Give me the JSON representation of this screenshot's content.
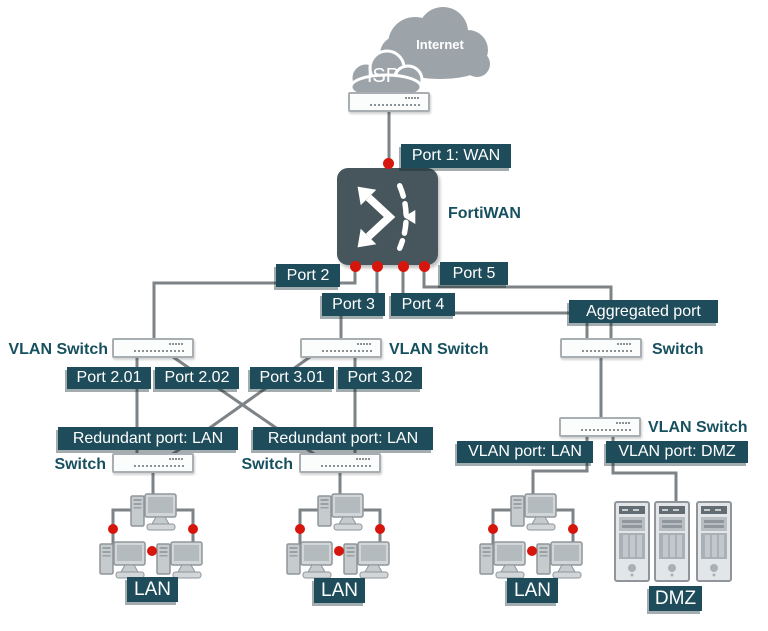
{
  "colors": {
    "label_bg": "#1e4c5a",
    "device_text": "#17505f",
    "line": "#7d8386",
    "dot": "#d6150c",
    "fortiwan_bg": "#46565c",
    "cloud": "#9da4a9"
  },
  "clouds": {
    "internet": "Internet",
    "isp": "ISP"
  },
  "fortiwan": {
    "name": "FortiWAN"
  },
  "port_labels": {
    "port1": "Port 1: WAN",
    "port2": "Port 2",
    "port3": "Port 3",
    "port4": "Port 4",
    "port5": "Port 5",
    "aggregated": "Aggregated port",
    "port201": "Port 2.01",
    "port202": "Port 2.02",
    "port301": "Port 3.01",
    "port302": "Port 3.02",
    "redundant_left": "Redundant port: LAN",
    "redundant_right": "Redundant port: LAN",
    "vlan_lan": "VLAN port: LAN",
    "vlan_dmz": "VLAN port: DMZ"
  },
  "device_labels": {
    "vlan_switch_left": "VLAN Switch",
    "vlan_switch_mid": "VLAN Switch",
    "aggregated_switch": "Switch",
    "vlan_switch_dmz": "VLAN Switch",
    "switch_lan1": "Switch",
    "switch_lan2": "Switch"
  },
  "zone_labels": {
    "lan1": "LAN",
    "lan2": "LAN",
    "lan3": "LAN",
    "dmz": "DMZ"
  },
  "icons": {
    "internet_cloud": "cloud-icon",
    "isp_cloud": "cloud-icon",
    "isp_router": "router-icon",
    "switch": "switch-icon",
    "fortiwan": "fortiwan-load-balancer-icon",
    "computer": "desktop-computer-icon",
    "server": "server-icon",
    "port_dot": "port-connector-dot-icon"
  }
}
